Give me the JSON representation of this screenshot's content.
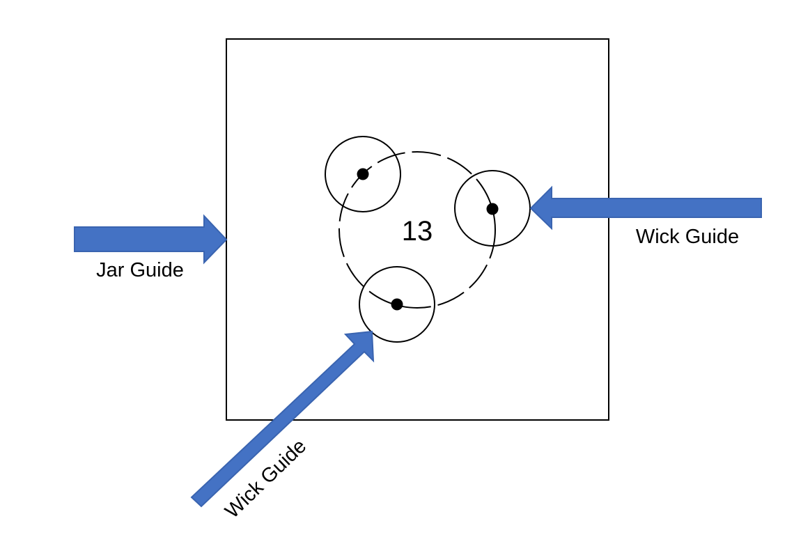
{
  "diagram": {
    "center_number": "13",
    "labels": {
      "jar_guide": "Jar Guide",
      "wick_guide_right": "Wick Guide",
      "wick_guide_bottom": "Wick Guide"
    },
    "wick_count": 3
  },
  "colors": {
    "arrow_fill": "#4472c4",
    "line": "#000000",
    "background": "#ffffff"
  }
}
